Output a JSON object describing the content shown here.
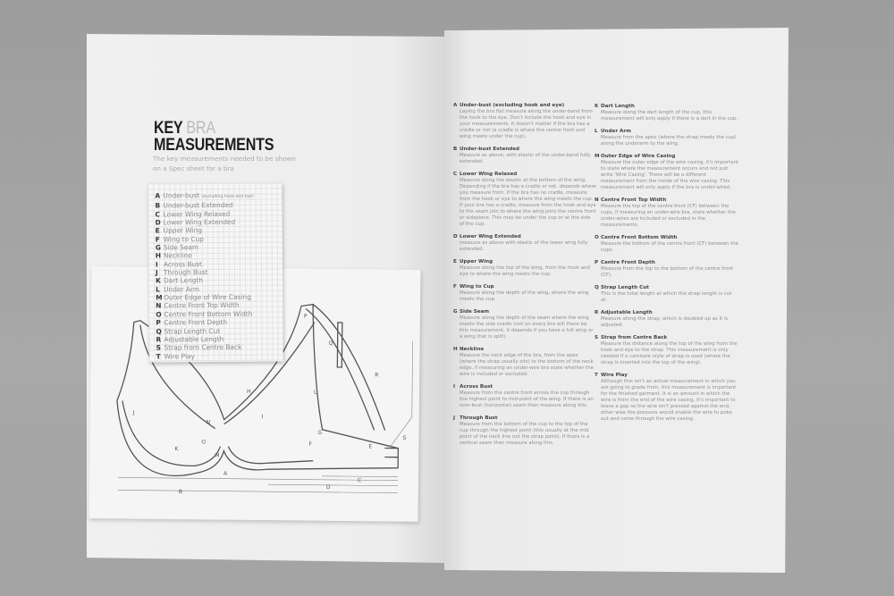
{
  "title": {
    "key": "KEY",
    "bra": "BRA",
    "measurements": "MEASUREMENTS"
  },
  "subtitle": "The key measurements needed to be shown on a Spec sheet for a bra",
  "key_list": [
    {
      "letter": "A",
      "label": "Under-bust",
      "note": "(excluding hook and eye)"
    },
    {
      "letter": "B",
      "label": "Under-bust Extended"
    },
    {
      "letter": "C",
      "label": "Lower Wing Relaxed"
    },
    {
      "letter": "D",
      "label": "Lower Wing Extended"
    },
    {
      "letter": "E",
      "label": "Upper Wing"
    },
    {
      "letter": "F",
      "label": "Wing to Cup"
    },
    {
      "letter": "G",
      "label": "Side Seam"
    },
    {
      "letter": "H",
      "label": "Neckline"
    },
    {
      "letter": "I",
      "label": "Across Bust"
    },
    {
      "letter": "J",
      "label": "Through Bust"
    },
    {
      "letter": "K",
      "label": "Dart Length"
    },
    {
      "letter": "L",
      "label": "Under Arm"
    },
    {
      "letter": "M",
      "label": "Outer Edge of Wire Casing"
    },
    {
      "letter": "N",
      "label": "Centre Front Top Width"
    },
    {
      "letter": "O",
      "label": "Centre Front Bottom Width"
    },
    {
      "letter": "P",
      "label": "Centre Front Depth"
    },
    {
      "letter": "Q",
      "label": "Strap Length Cut"
    },
    {
      "letter": "R",
      "label": "Adjustable Length"
    },
    {
      "letter": "S",
      "label": "Strap from Centre Back"
    },
    {
      "letter": "T",
      "label": "Wire Play"
    }
  ],
  "diagram_labels": {
    "A": "A",
    "B": "B",
    "C": "C",
    "D": "D",
    "E": "E",
    "F": "F",
    "G": "G",
    "H": "H",
    "I": "I",
    "J": "J",
    "K": "K",
    "L": "L",
    "M": "M",
    "N": "N",
    "O": "O",
    "P": "P",
    "Q": "Q",
    "R": "R",
    "S": "S"
  },
  "descriptions_col1": [
    {
      "letter": "A",
      "heading": "Under-bust (excluding hook and eye)",
      "text": "Laying the bra flat measure along the under-band from the hook to the eye. Don't include the hook and eye in your measurements. It doesn't matter if the bra has a cradle or not (a cradle is where the centre front and wing meets under the cup)."
    },
    {
      "letter": "B",
      "heading": "Under-bust Extended",
      "text": "Measure as above, with elastic of the under-band fully extended."
    },
    {
      "letter": "C",
      "heading": "Lower Wing Relaxed",
      "text": "Measure along the elastic at the bottom of the wing. Depending if the bra has a cradle or not, depends where you measure from. If the bra has no cradle, measure from the hook or eye to where the wing meets the cup. If your bra has a cradle, measure from the hook and eye to the seam join to where the wing joins the centre front or sidepiece. This may be under the cup or at the side of the cup."
    },
    {
      "letter": "D",
      "heading": "Lower Wing Extended",
      "text": "measure as above with elastic of the lower wing fully extended."
    },
    {
      "letter": "E",
      "heading": "Upper Wing",
      "text": "Measure along the top of the wing, from the hook and eye to where the wing meets the cup."
    },
    {
      "letter": "F",
      "heading": "Wing to Cup",
      "text": "Measure along the depth of the wing, where the wing meets the cup."
    },
    {
      "letter": "G",
      "heading": "Side Seam",
      "text": "Measure along the depth of the seam where the wing meets the side cradle (not on every bra will there be this measurement, it depends if you have a full wing or a wing that is split)."
    },
    {
      "letter": "H",
      "heading": "Neckline",
      "text": "Measure the neck edge of the bra, from the apex (where the strap usually sits) to the bottom of the neck edge, if measuring an under-wire bra state whether the wire is included or excluded."
    },
    {
      "letter": "I",
      "heading": "Across Bust",
      "text": "Measure from the centre front across the cup through the highest point to mid-point of the wing. If there is an over-bust (horizontal) seam then measure along this."
    },
    {
      "letter": "J",
      "heading": "Through Bust",
      "text": "Measure from the bottom of the cup to the top of the cup through the highest point (this usually at the mid point of the neck line not the strap point). If there is a vertical seam then measure along this."
    }
  ],
  "descriptions_col2": [
    {
      "letter": "K",
      "heading": "Dart Length",
      "text": "Measure along the dart length of the cup, this measurement will only apply if there is a dart in the cup."
    },
    {
      "letter": "L",
      "heading": "Under Arm",
      "text": "Measure from the apex (where the strap meets the cup) along the underarm to the wing."
    },
    {
      "letter": "M",
      "heading": "Outer Edge of Wire Casing",
      "text": "Measure the outer edge of the wire casing, it's important to state where the measurement occurs and not just write 'Wire Casing'. There will be a different measurement from the inside of the wire casing. This measurement will only apply if the bra is under-wired."
    },
    {
      "letter": "N",
      "heading": "Centre Front Top Width",
      "text": "Measure the top of the centre front (CF) between the cups, if measuring an under-wire bra, state whether the under-wires are included or excluded in the measurements."
    },
    {
      "letter": "O",
      "heading": "Centre Front Bottom Width",
      "text": "Measure the bottom of the centre front (CF) between the cups."
    },
    {
      "letter": "P",
      "heading": "Centre Front Depth",
      "text": "Measure from the top to the bottom of the centre front (CF)."
    },
    {
      "letter": "Q",
      "heading": "Strap Length Cut",
      "text": "This is the total length at which the strap length is cut at."
    },
    {
      "letter": "R",
      "heading": "Adjustable Length",
      "text": "Measure along the strap, which is doubled up as it is adjusted."
    },
    {
      "letter": "S",
      "heading": "Strap from Centre Back",
      "text": "Measure the distance along the top of the wing from the hook and eye to the strap. This measurement is only needed if a camisole style of strap is used (where the strap is inserted into the top of the wing)."
    },
    {
      "letter": "T",
      "heading": "Wire Play",
      "text": "Although this isn't an actual measurement in which you are going to grade from, this measurement is important for the finished garment. It is an amount in which the wire is from the end of the wire casing. It's important to leave a gap so the wire isn't pressed against the end, other wise the pressure would enable the wire to poke out and come through the wire casing."
    }
  ]
}
